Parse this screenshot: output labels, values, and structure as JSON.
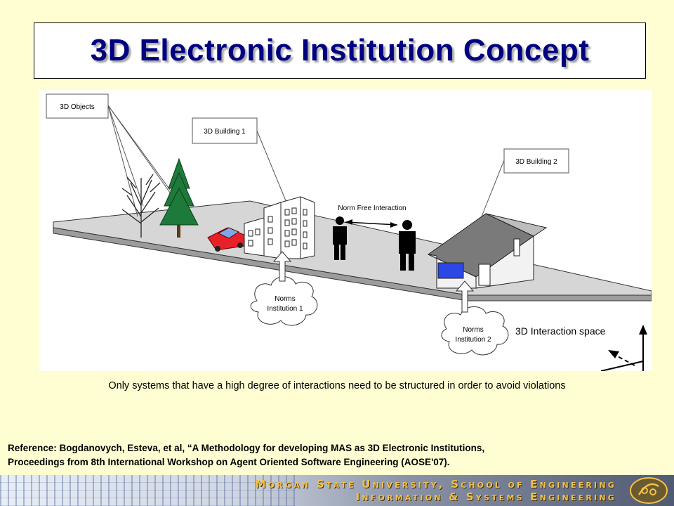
{
  "slide": {
    "title": "3D Electronic Institution Concept",
    "caption": "Only systems that have a high degree of interactions need to be structured in order to avoid violations",
    "reference_line1": "Reference: Bogdanovych, Esteva, et al, “A Methodology for developing MAS as 3D Electronic Institutions,",
    "reference_line2": "Proceedings from 8th International Workshop on Agent Oriented Software Engineering (AOSE'07)."
  },
  "diagram": {
    "label_3d_objects": "3D Objects",
    "label_building1": "3D Building 1",
    "label_building2": "3D Building 2",
    "label_norm_free": "Norm Free Interaction",
    "label_norms1_line1": "Norms",
    "label_norms1_line2": "Institution 1",
    "label_norms2_line1": "Norms",
    "label_norms2_line2": "Institution 2",
    "label_interaction_space": "3D Interaction space",
    "colors": {
      "car": "#e8202a",
      "window_blue": "#2a48e8",
      "tree_green": "#1e7a3a"
    }
  },
  "footer": {
    "line1": "Morgan State University, School of Engineering",
    "line2": "Information & Systems Engineering",
    "logo_icon": "ise-logo-icon"
  }
}
